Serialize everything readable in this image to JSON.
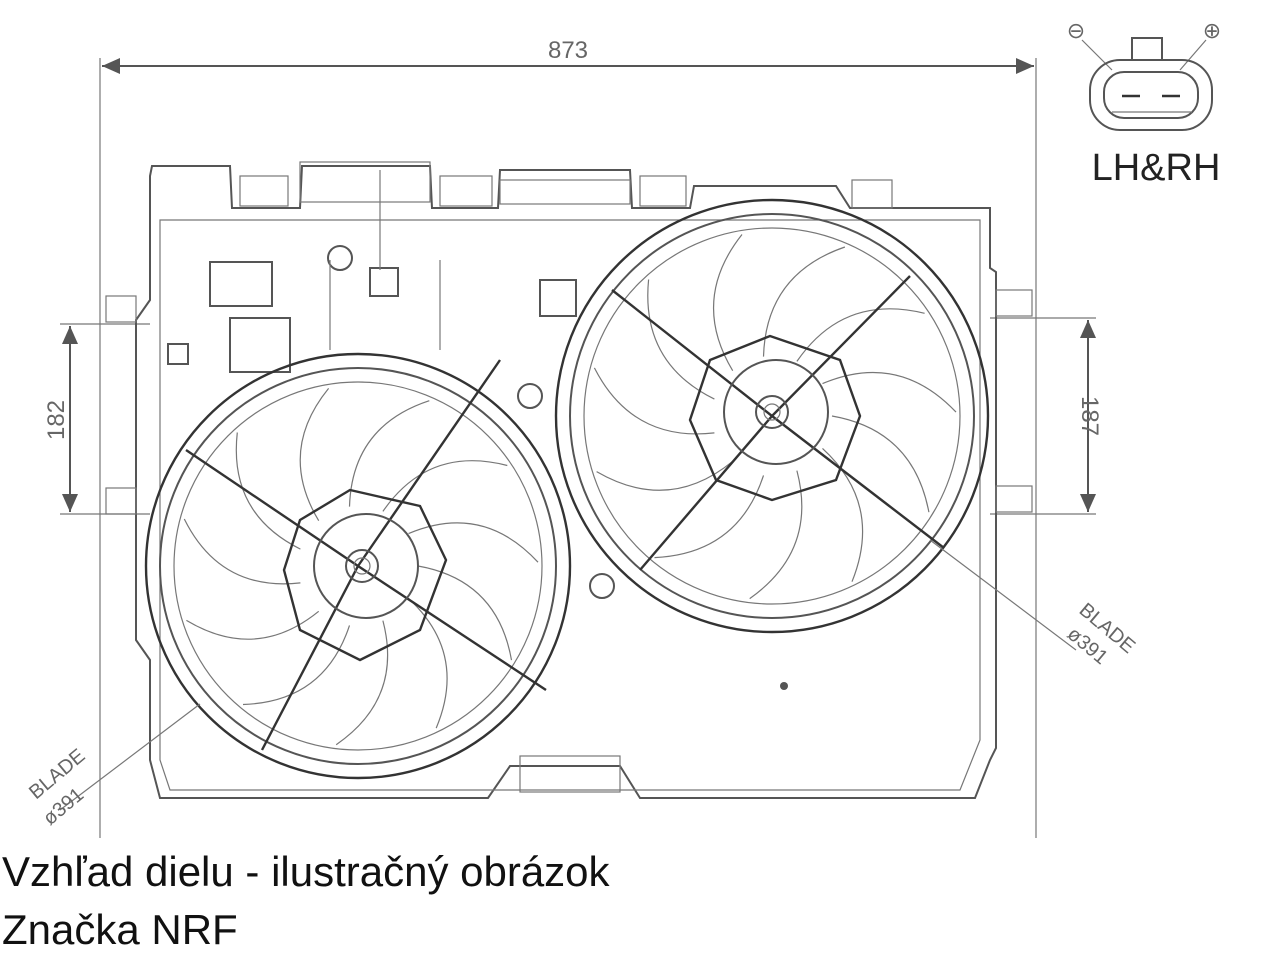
{
  "dimensions": {
    "width": "873",
    "left_height": "182",
    "right_height": "187",
    "blade_label": "BLADE",
    "blade_diameter": "ø391"
  },
  "connector": {
    "label": "LH&RH",
    "minus_symbol": "⊖",
    "plus_symbol": "⊕"
  },
  "captions": {
    "view_note": "Vzhľad dielu - ilustračný obrázok",
    "brand": "Značka NRF"
  },
  "colors": {
    "line": "#555555",
    "text": "#111111"
  }
}
